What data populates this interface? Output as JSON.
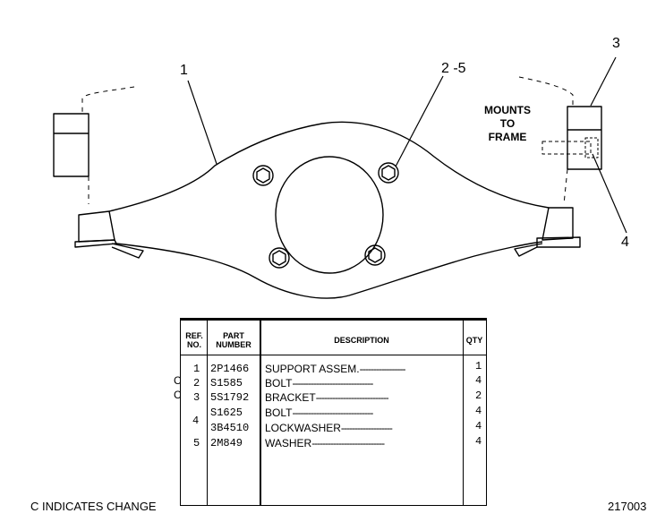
{
  "callouts": {
    "c1": "1",
    "c2": "2 -5",
    "c3": "3",
    "c4": "4"
  },
  "mount_note": [
    "MOUNTS",
    "TO",
    "FRAME"
  ],
  "table": {
    "headers": {
      "ref": [
        "REF.",
        "NO."
      ],
      "part": [
        "PART",
        "NUMBER"
      ],
      "desc": "DESCRIPTION",
      "qty": "QTY"
    },
    "rows": [
      {
        "change": "",
        "ref": "1",
        "part": "2P1466",
        "desc": "SUPPORT ASSEM.",
        "leader": "-----------------",
        "qty": "1"
      },
      {
        "change": "C",
        "ref": "2",
        "part": "S1585",
        "desc": "BOLT",
        "leader": "------------------------------",
        "qty": "4"
      },
      {
        "change": "C",
        "ref": "3",
        "part": "5S1792",
        "desc": "BRACKET",
        "leader": "---------------------------",
        "qty": "2"
      },
      {
        "change": "",
        "ref": "",
        "part": "S1625",
        "desc": "BOLT",
        "leader": "------------------------------",
        "qty": "4"
      },
      {
        "change": "",
        "ref": "4",
        "part": "3B4510",
        "desc": "LOCKWASHER",
        "leader": "-------------------",
        "qty": "4"
      },
      {
        "change": "",
        "ref": "5",
        "part": "2M849",
        "desc": "WASHER",
        "leader": "---------------------------",
        "qty": "4"
      }
    ]
  },
  "footer": {
    "legend": "C INDICATES CHANGE",
    "drawing_number": "217003"
  }
}
